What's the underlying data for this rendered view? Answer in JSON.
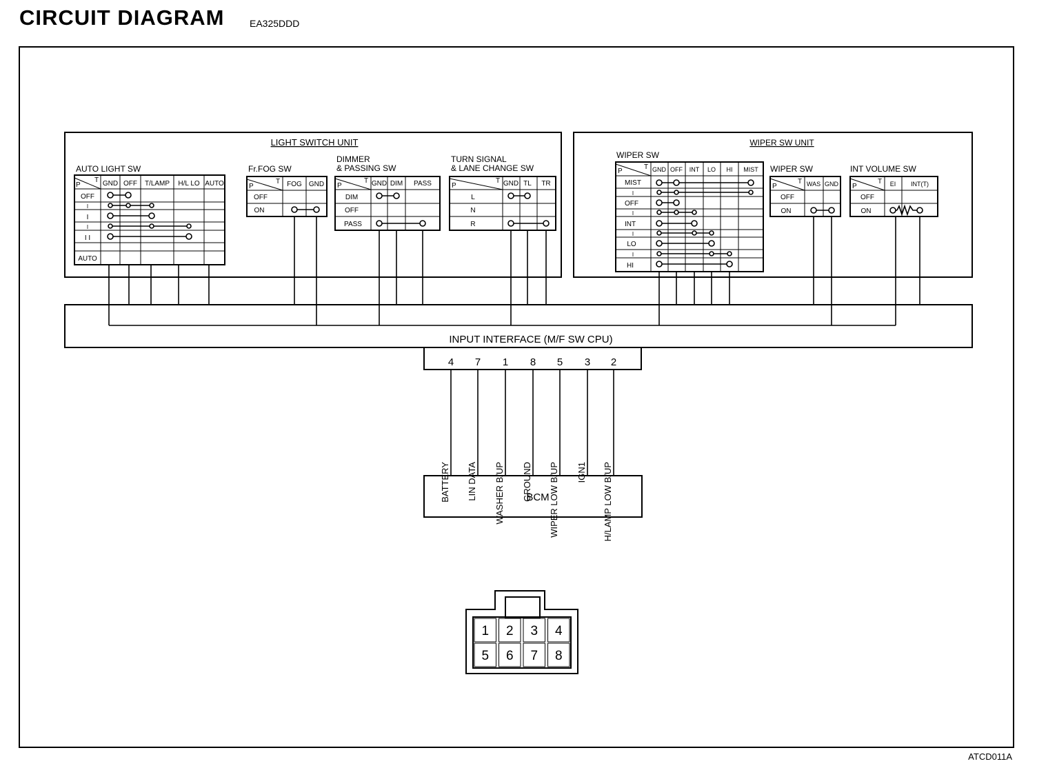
{
  "header": {
    "title": "CIRCUIT DIAGRAM",
    "code": "EA325DDD",
    "figure_id": "ATCD011A"
  },
  "light_unit": {
    "label": "LIGHT SWITCH UNIT",
    "auto_light": {
      "title": "AUTO LIGHT SW",
      "cols": [
        "GND",
        "OFF",
        "T/LAMP",
        "H/L LO",
        "AUTO"
      ],
      "rows": [
        "OFF",
        "I",
        "I",
        "I",
        "I I",
        "AUTO"
      ]
    },
    "fog": {
      "title": "Fr.FOG SW",
      "cols": [
        "FOG",
        "GND"
      ],
      "rows": [
        "OFF",
        "ON"
      ]
    },
    "dimmer": {
      "title_1": "DIMMER",
      "title_2": "& PASSING SW",
      "cols": [
        "GND",
        "DIM",
        "PASS"
      ],
      "rows": [
        "DIM",
        "OFF",
        "PASS"
      ]
    },
    "turn": {
      "title_1": "TURN SIGNAL",
      "title_2": "& LANE CHANGE SW",
      "cols": [
        "GND",
        "TL",
        "TR"
      ],
      "rows": [
        "L",
        "N",
        "R"
      ]
    }
  },
  "wiper_unit": {
    "label": "WIPER SW UNIT",
    "wiper": {
      "title": "WIPER SW",
      "cols": [
        "GND",
        "OFF",
        "INT",
        "LO",
        "HI",
        "MIST"
      ],
      "rows": [
        "MIST",
        "I",
        "OFF",
        "I",
        "INT",
        "I",
        "LO",
        "I",
        "HI"
      ]
    },
    "washer": {
      "title": "WIPER SW",
      "cols": [
        "WAS",
        "GND"
      ],
      "rows": [
        "OFF",
        "ON"
      ]
    },
    "intvol": {
      "title": "INT VOLUME SW",
      "cols": [
        "EI",
        "INT(T)"
      ],
      "rows": [
        "OFF",
        "ON"
      ]
    }
  },
  "pt": {
    "p": "P",
    "t": "T"
  },
  "interface": {
    "label": "INPUT INTERFACE (M/F SW CPU)"
  },
  "bcm": {
    "label": "BCM"
  },
  "pins": [
    {
      "num": "4",
      "signal": "BATTERY"
    },
    {
      "num": "7",
      "signal": "LIN DATA"
    },
    {
      "num": "1",
      "signal": "WASHER B/UP"
    },
    {
      "num": "8",
      "signal": "GROUND"
    },
    {
      "num": "5",
      "signal": "WIPER LOW B/UP"
    },
    {
      "num": "3",
      "signal": "IGN1"
    },
    {
      "num": "2",
      "signal": "H/LAMP LOW B/UP"
    }
  ],
  "connector": {
    "top_row": [
      "1",
      "2",
      "3",
      "4"
    ],
    "bottom_row": [
      "5",
      "6",
      "7",
      "8"
    ]
  }
}
